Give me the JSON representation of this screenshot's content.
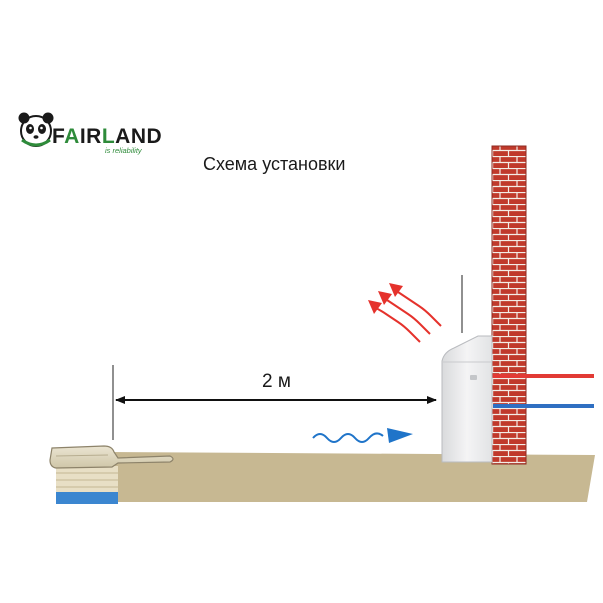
{
  "logo": {
    "brand_prefix": "F",
    "brand_green": "A",
    "brand_mid": "IR",
    "brand_green_l": "L",
    "brand_suffix": "AND",
    "tagline": "is reliability"
  },
  "title": "Схема установки",
  "dimension": {
    "label": "2 м"
  },
  "colors": {
    "ground": "#c7b892",
    "brick": "#c0392b",
    "mortar": "#f3ece6",
    "hot_pipe": "#e23a35",
    "cold_pipe": "#2f6fc2",
    "hot_air": "#e5322c",
    "cold_air": "#1f74c9",
    "pool_water": "#3b86d0",
    "pool_deck": "#dcd3b8",
    "logo_green": "#2e8b3a"
  },
  "icons": {
    "logo": "panda-icon",
    "hot_air": "wavy-arrows-icon",
    "cold_air": "wavy-arrow-icon"
  }
}
